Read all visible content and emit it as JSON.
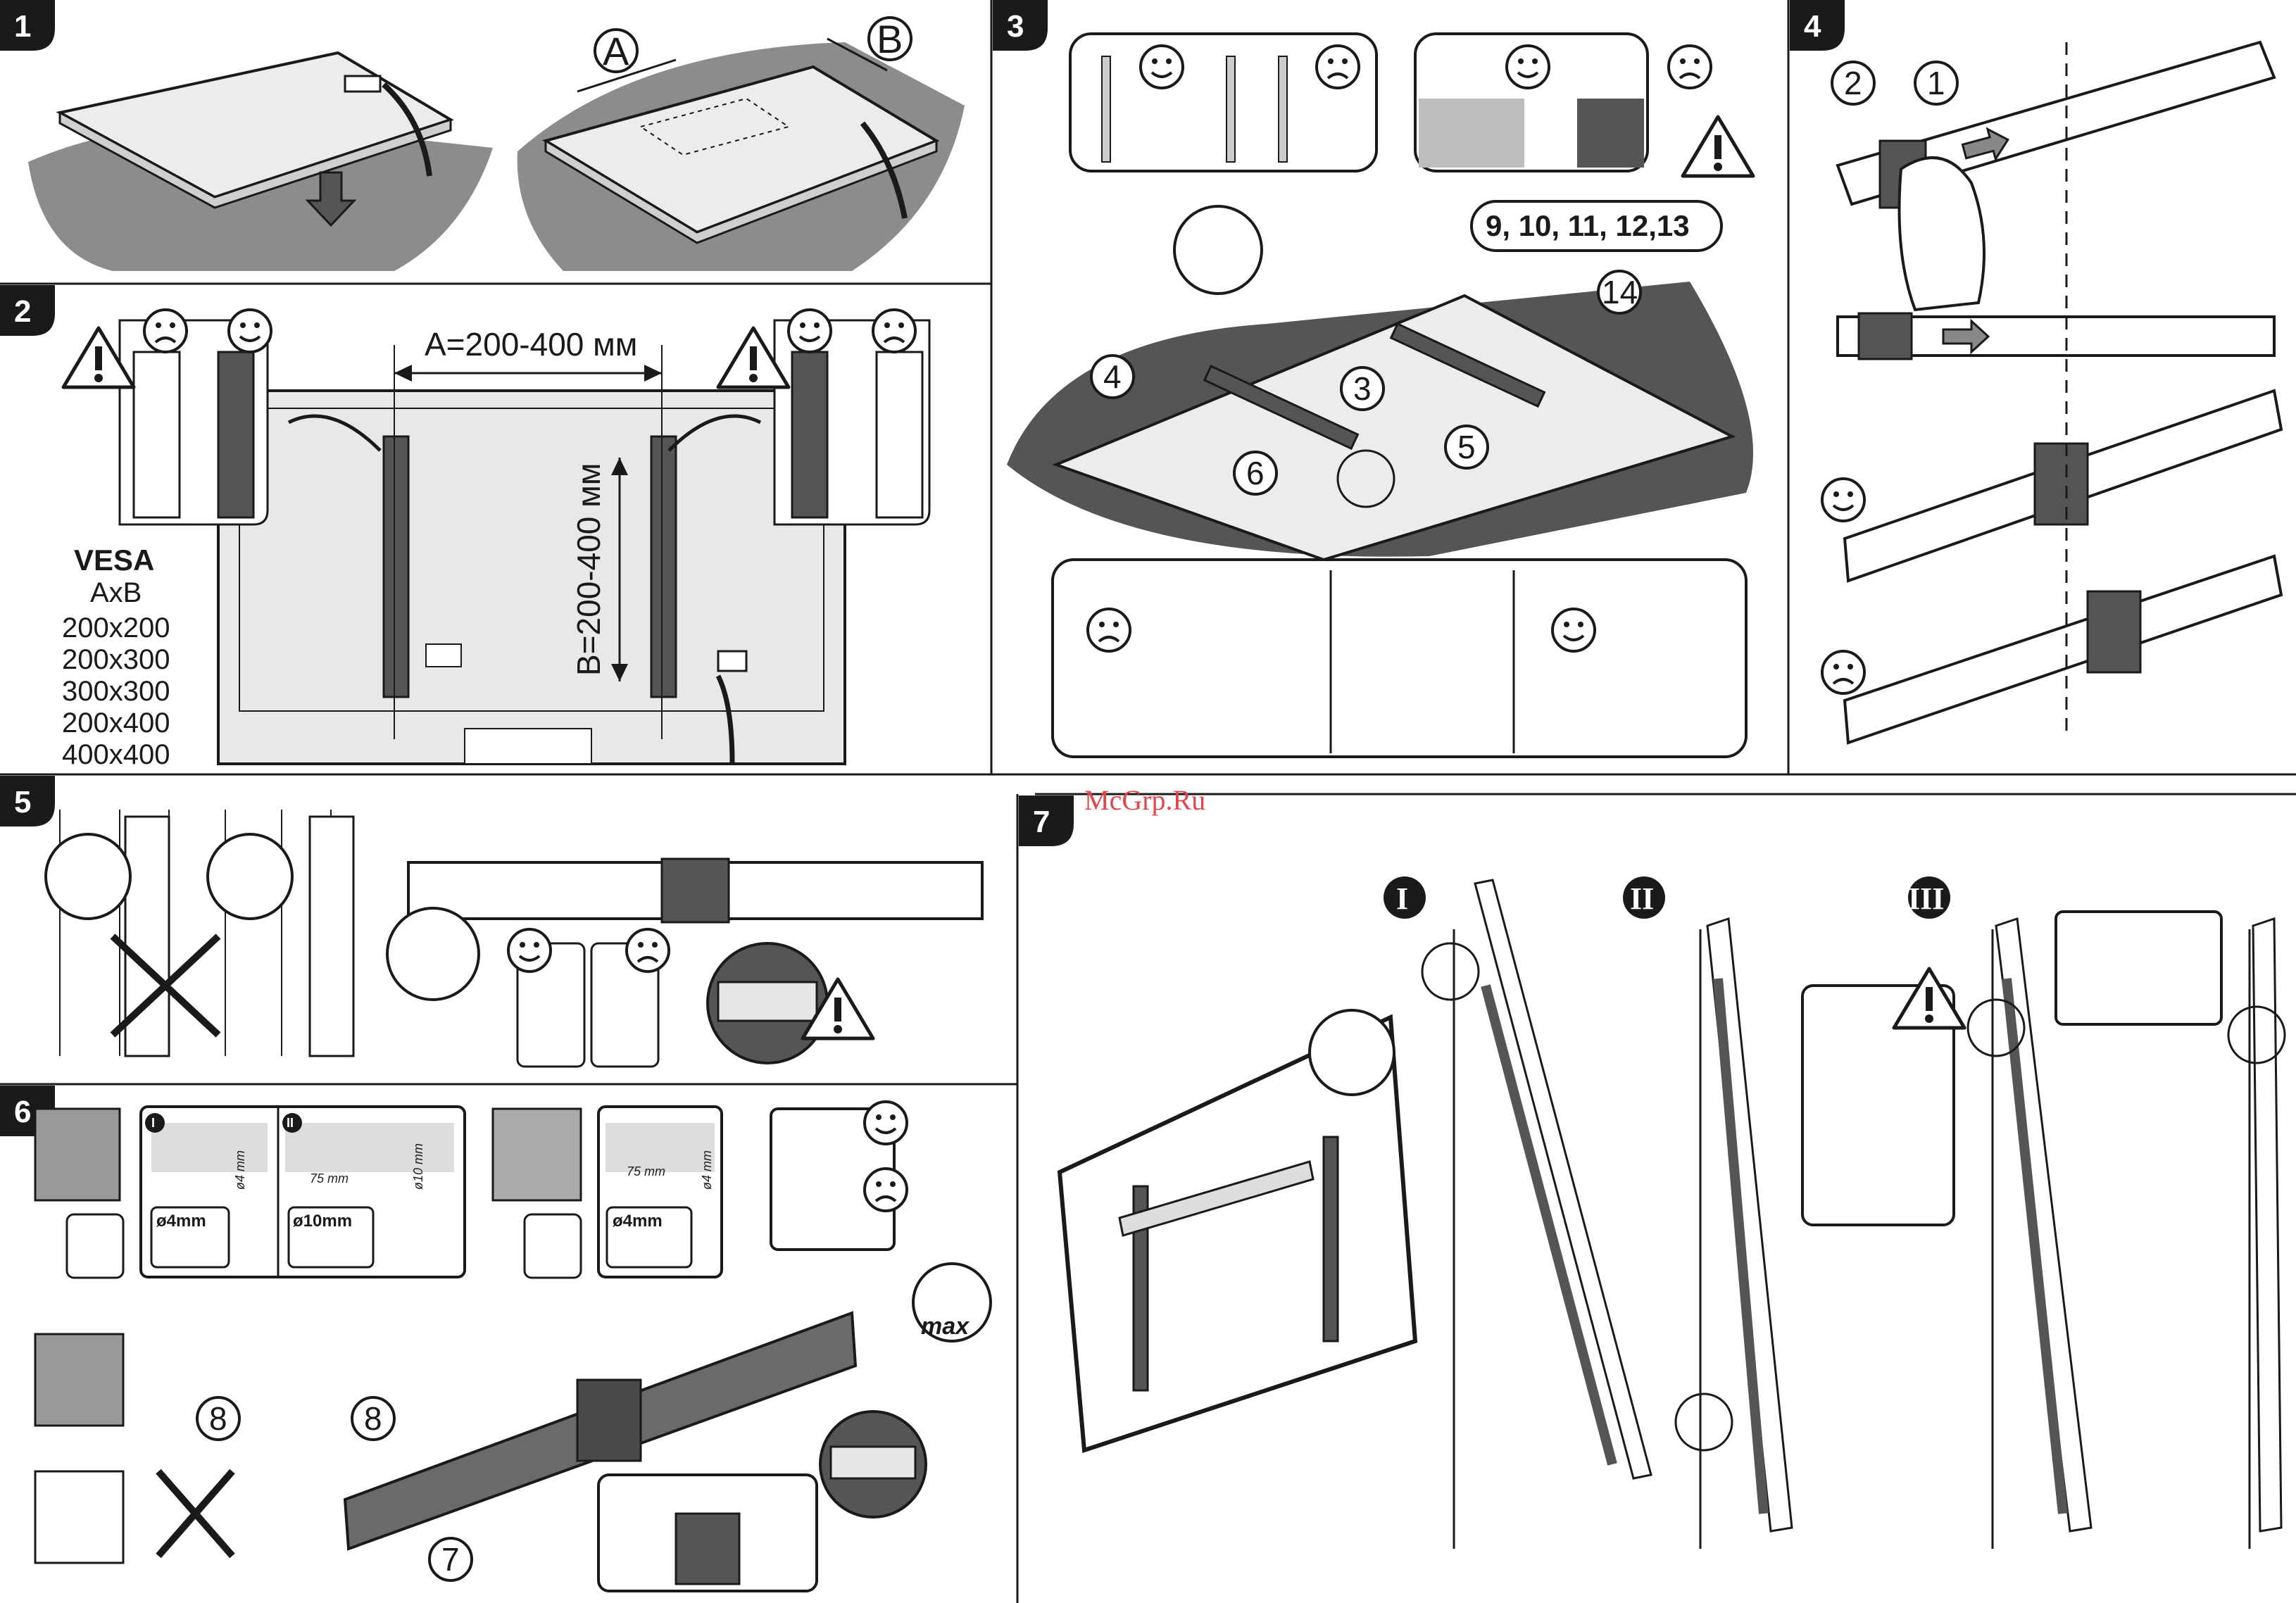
{
  "steps": [
    {
      "number": "1"
    },
    {
      "number": "2"
    },
    {
      "number": "3"
    },
    {
      "number": "4"
    },
    {
      "number": "5"
    },
    {
      "number": "6"
    },
    {
      "number": "7"
    }
  ],
  "step1": {
    "callout_a": "A",
    "callout_b": "B"
  },
  "step2": {
    "dim_a": "A=200-400 мм",
    "dim_b": "B=200-400 мм",
    "vesa_title": "VESA",
    "vesa_axb": "AxB",
    "vesa_sizes": [
      "200x200",
      "200x300",
      "300x300",
      "200x400",
      "400x400"
    ]
  },
  "step3": {
    "screws_label": "9, 10, 11, 12,13",
    "callouts": [
      "3",
      "4",
      "5",
      "6",
      "14"
    ]
  },
  "step4": {
    "callouts": [
      "1",
      "2"
    ]
  },
  "step6": {
    "drill_4mm": "ø4mm",
    "drill_10mm": "ø10mm",
    "depth_75": "75 mm",
    "dia_4": "ø4 mm",
    "dia_10": "ø10 mm",
    "roman_i": "I",
    "roman_ii": "II",
    "callout_8": "8",
    "callout_7": "7",
    "max_label": "max"
  },
  "step7": {
    "phases": [
      "I",
      "II",
      "III"
    ]
  },
  "watermark": "McGrp.Ru",
  "colors": {
    "line": "#1a1a1a",
    "grey": "#9a9a9a",
    "dark": "#4a4a4a",
    "panel": "#e6e6e6",
    "watermark": "#e0464a"
  }
}
